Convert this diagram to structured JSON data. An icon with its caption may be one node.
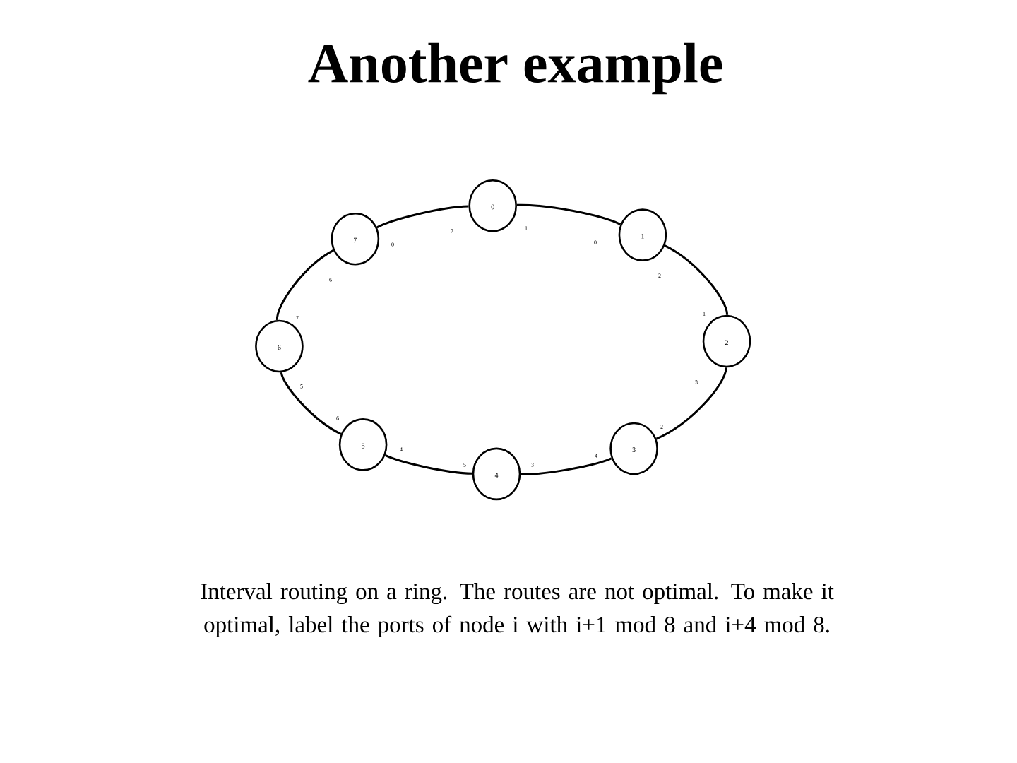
{
  "diagram": {
    "title": "Another example",
    "caption": "Interval routing on a ring. The routes are not optimal. To make it optimal, label the ports of node i with i+1 mod 8 and i+4 mod 8.",
    "nodes": [
      {
        "text": [
          "0"
        ]
      },
      {
        "text": [
          "1"
        ]
      },
      {
        "text": [
          "2"
        ]
      },
      {
        "text": [
          "3"
        ]
      },
      {
        "text": [
          "4"
        ]
      },
      {
        "text": [
          "5"
        ]
      },
      {
        "text": [
          "6"
        ]
      },
      {
        "text": [
          "7"
        ]
      }
    ],
    "edges": [
      {
        "from": 0,
        "to": 1,
        "arrow": "none"
      },
      {
        "from": 1,
        "to": 2,
        "arrow": "none"
      },
      {
        "from": 2,
        "to": 3,
        "arrow": "none"
      },
      {
        "from": 3,
        "to": 4,
        "arrow": "none"
      },
      {
        "from": 4,
        "to": 5,
        "arrow": "none"
      },
      {
        "from": 5,
        "to": 6,
        "arrow": "none"
      },
      {
        "from": 6,
        "to": 7,
        "arrow": "none"
      },
      {
        "from": 7,
        "to": 0,
        "arrow": "none"
      }
    ],
    "labels": [
      "7",
      "1",
      "0",
      "2",
      "1",
      "3",
      "2",
      "4",
      "3",
      "5",
      "4",
      "6",
      "5",
      "7",
      "6",
      "0"
    ]
  }
}
